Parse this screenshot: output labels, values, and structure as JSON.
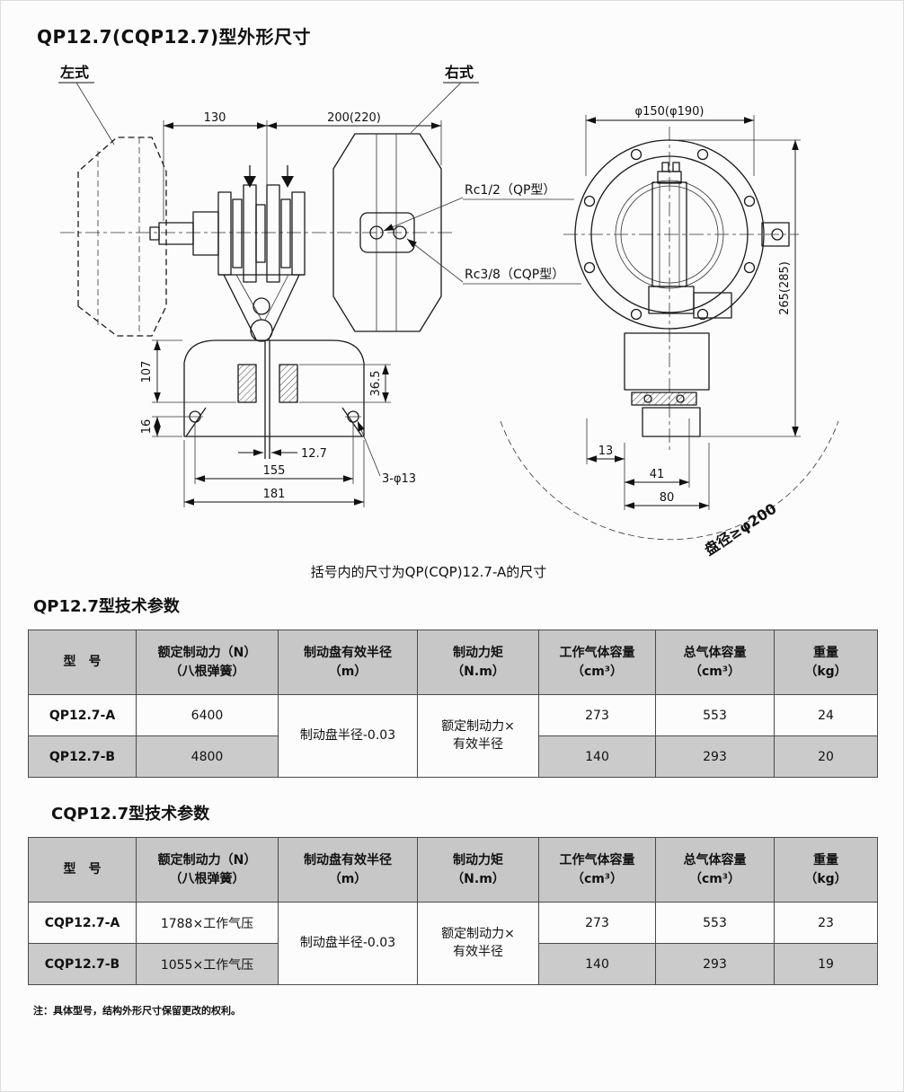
{
  "page": {
    "title": "QP12.7(CQP12.7)型外形尺寸",
    "note": "注：具体型号，结构外形尺寸保留更改的权利。"
  },
  "drawing": {
    "left_label": "左式",
    "right_label": "右式",
    "caption": "括号内的尺寸为QP(CQP)12.7-A的尺寸",
    "dims": {
      "d130": "130",
      "d200": "200(220)",
      "dphi150": "φ150(φ190)",
      "d265": "265(285)",
      "d107": "107",
      "d16": "16",
      "d36_5": "36.5",
      "d12_7": "12.7",
      "d155": "155",
      "d181": "181",
      "d3phi13": "3-φ13",
      "d13": "13",
      "d41": "41",
      "d80": "80",
      "disc": "盘径≥φ200"
    },
    "ports": {
      "qp": "Rc1/2（QP型）",
      "cqp": "Rc3/8（CQP型）"
    }
  },
  "table1": {
    "title": "QP12.7型技术参数",
    "headers": [
      {
        "l1": "型　号",
        "l2": ""
      },
      {
        "l1": "额定制动力（N）",
        "l2": "（八根弹簧）"
      },
      {
        "l1": "制动盘有效半径",
        "l2": "（m）"
      },
      {
        "l1": "制动力矩",
        "l2": "（N.m）"
      },
      {
        "l1": "工作气体容量",
        "l2": "（cm³）"
      },
      {
        "l1": "总气体容量",
        "l2": "（cm³）"
      },
      {
        "l1": "重量",
        "l2": "（kg）"
      }
    ],
    "shared": {
      "radius": "制动盘半径-0.03",
      "torque_l1": "额定制动力×",
      "torque_l2": "有效半径"
    },
    "rows": [
      {
        "model": "QP12.7-A",
        "force": "6400",
        "work": "273",
        "total": "553",
        "weight": "24"
      },
      {
        "model": "QP12.7-B",
        "force": "4800",
        "work": "140",
        "total": "293",
        "weight": "20"
      }
    ]
  },
  "table2": {
    "title": "CQP12.7型技术参数",
    "headers": [
      {
        "l1": "型　号",
        "l2": ""
      },
      {
        "l1": "额定制动力（N）",
        "l2": "（八根弹簧）"
      },
      {
        "l1": "制动盘有效半径",
        "l2": "（m）"
      },
      {
        "l1": "制动力矩",
        "l2": "（N.m）"
      },
      {
        "l1": "工作气体容量",
        "l2": "（cm³）"
      },
      {
        "l1": "总气体容量",
        "l2": "（cm³）"
      },
      {
        "l1": "重量",
        "l2": "（kg）"
      }
    ],
    "shared": {
      "radius": "制动盘半径-0.03",
      "torque_l1": "额定制动力×",
      "torque_l2": "有效半径"
    },
    "rows": [
      {
        "model": "CQP12.7-A",
        "force": "1788×工作气压",
        "work": "273",
        "total": "553",
        "weight": "23"
      },
      {
        "model": "CQP12.7-B",
        "force": "1055×工作气压",
        "work": "140",
        "total": "293",
        "weight": "19"
      }
    ]
  }
}
